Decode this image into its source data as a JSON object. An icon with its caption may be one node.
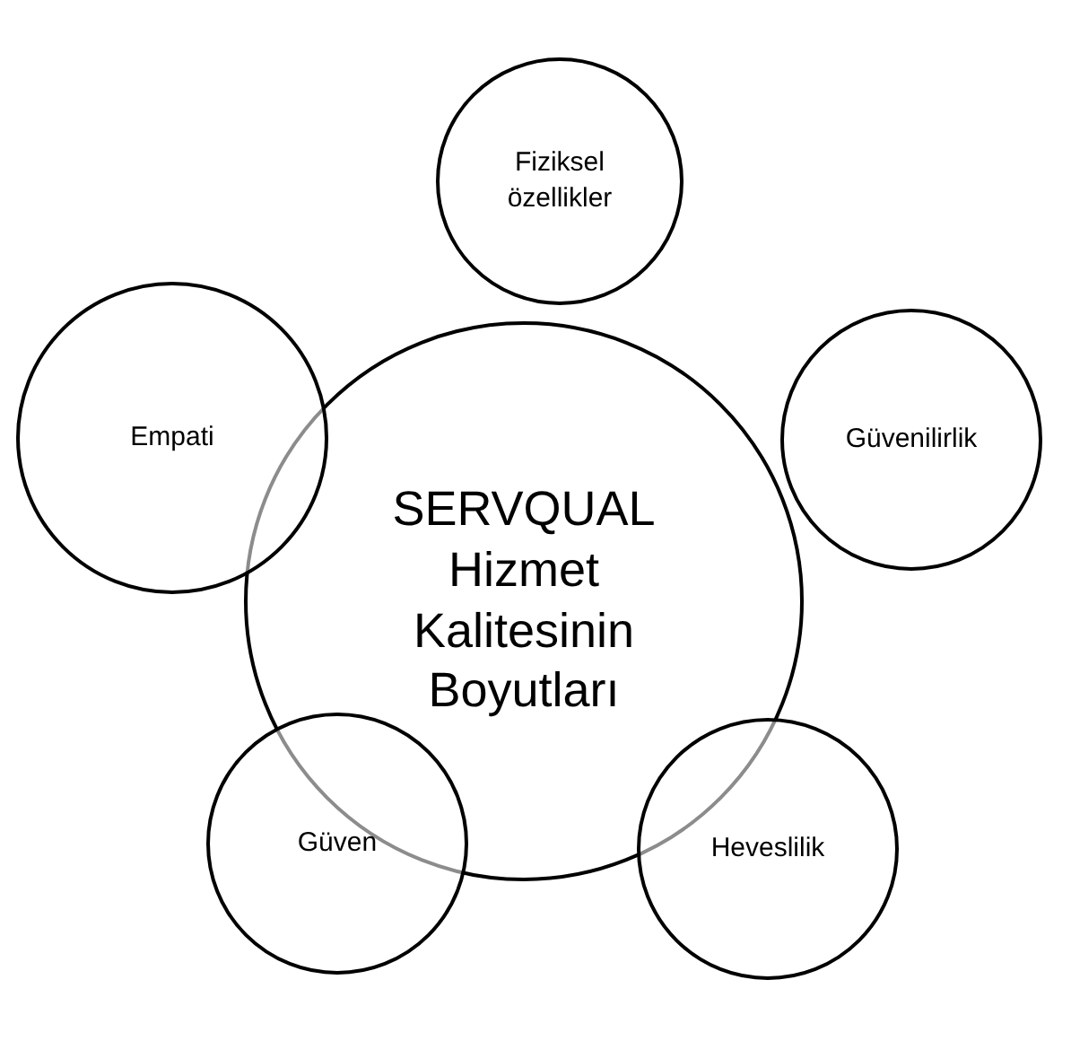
{
  "diagram": {
    "nodes": [
      {
        "text": [
          "Fiziksel özellikler"
        ]
      },
      {
        "text": [
          "Empati"
        ]
      },
      {
        "text": [
          "SERVQUAL Hizmet Kalitesinin Boyutları"
        ]
      },
      {
        "text": [
          "Güvenilirlik"
        ]
      },
      {
        "text": [
          "Güven"
        ]
      },
      {
        "text": [
          "Heveslilik"
        ]
      }
    ]
  }
}
